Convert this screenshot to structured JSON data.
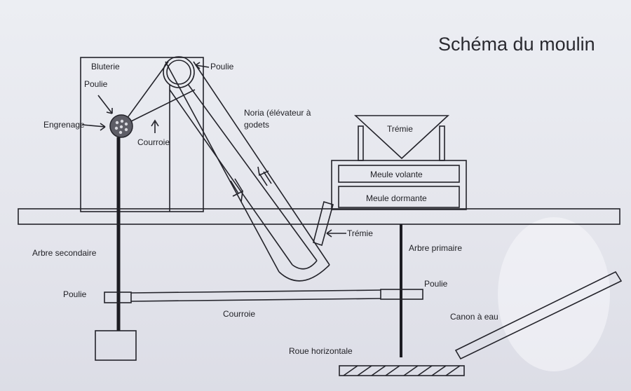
{
  "title": "Schéma du moulin",
  "labels": {
    "bluterie": "Bluterie",
    "poulie_top": "Poulie",
    "poulie_left": "Poulie",
    "engrenage": "Engrenage",
    "courroie_up": "Courroie",
    "noria_line1": "Noria (élévateur à",
    "noria_line2": "godets",
    "tremie_top": "Trémie",
    "meule_volante": "Meule volante",
    "meule_dormante": "Meule dormante",
    "tremie_lower": "Trémie",
    "arbre_secondaire": "Arbre secondaire",
    "arbre_primaire": "Arbre primaire",
    "poulie_low_left": "Poulie",
    "poulie_low_right": "Poulie",
    "courroie_low": "Courroie",
    "canon_eau": "Canon à eau",
    "roue_horizontale": "Roue horizontale"
  }
}
